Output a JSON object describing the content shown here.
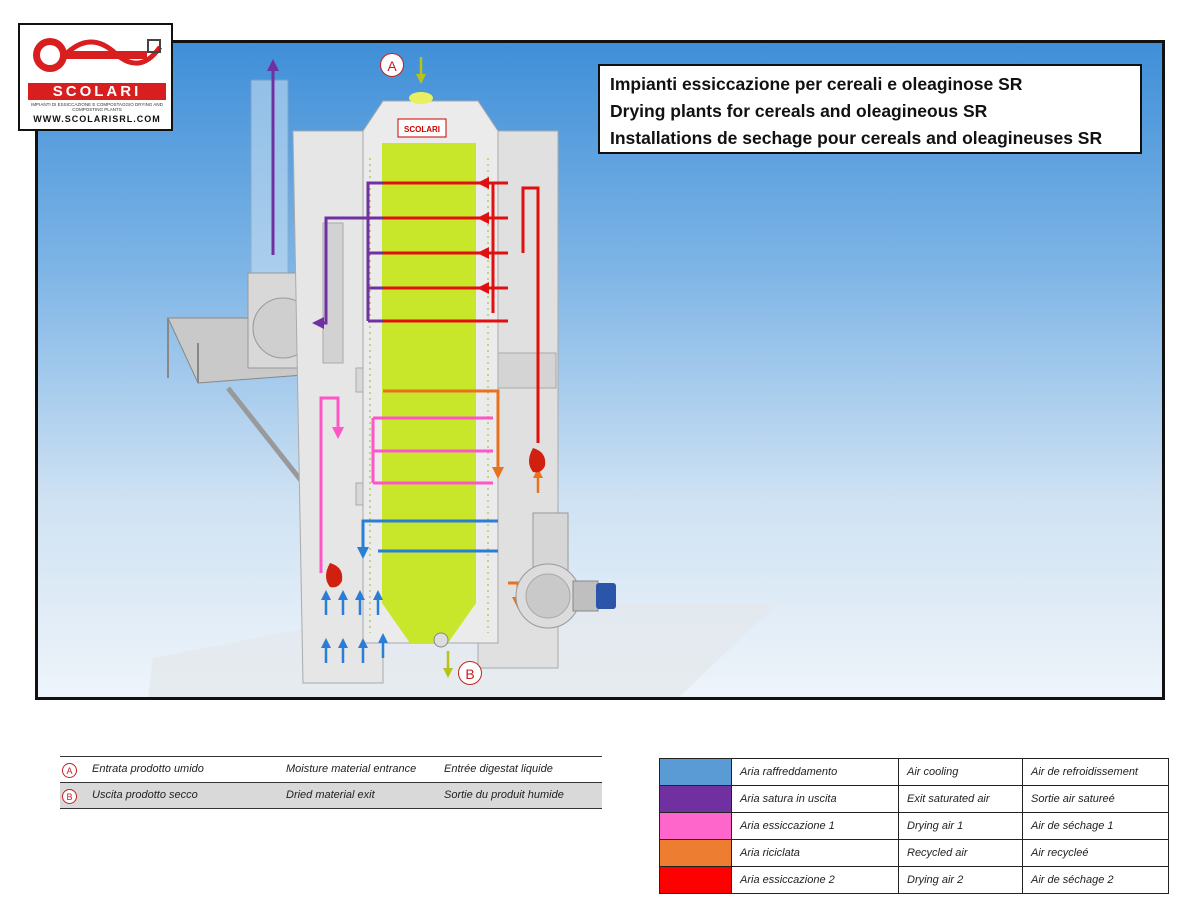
{
  "brand": {
    "name": "SCOLARI",
    "tagline": "IMPIANTI DI ESSICCAZIONE E COMPOSTAGGIO DRYING AND COMPOSTING PLANTS",
    "website": "WWW.SCOLARISRL.COM",
    "panel_label": "SCOLARI"
  },
  "title": {
    "line1": "Impianti essiccazione per cereali e oleaginose SR",
    "line2": "Drying plants for cereals and oleagineous SR",
    "line3": "Installations de sechage pour cereals and oleagineuses SR"
  },
  "markers": {
    "inlet": "A",
    "outlet": "B"
  },
  "points_legend": [
    {
      "marker": "A",
      "it": "Entrata prodotto umido",
      "en": "Moisture material entrance",
      "fr": "Entrée digestat liquide"
    },
    {
      "marker": "B",
      "it": "Uscita prodotto secco",
      "en": "Dried material exit",
      "fr": "Sortie du produit humide"
    }
  ],
  "air_legend": [
    {
      "color": "#5b9bd5",
      "it": "Aria raffreddamento",
      "en": "Air cooling",
      "fr": "Air de refroidissement"
    },
    {
      "color": "#7030a0",
      "it": "Aria satura in uscita",
      "en": "Exit saturated air",
      "fr": "Sortie air satureé"
    },
    {
      "color": "#ff66cc",
      "it": "Aria essiccazione 1",
      "en": "Drying air 1",
      "fr": "Air de séchage 1"
    },
    {
      "color": "#ed7d31",
      "it": "Aria riciclata",
      "en": "Recycled air",
      "fr": "Air recycleé"
    },
    {
      "color": "#ff0000",
      "it": "Aria essiccazione 2",
      "en": "Drying air 2",
      "fr": "Air de séchage 2"
    }
  ],
  "colors": {
    "grain_column": "#c8e62a",
    "product_flow": "#c8d21e",
    "panel": "#e8e8e8"
  },
  "icons": [
    "burner-flame-icon",
    "fan-icon",
    "motor-icon",
    "chimney-icon"
  ]
}
